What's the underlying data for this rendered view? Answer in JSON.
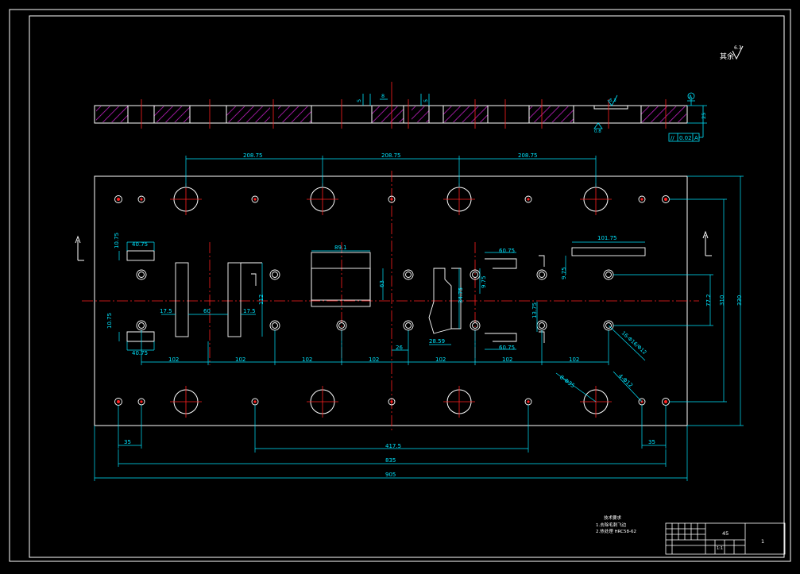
{
  "drawing": {
    "roughness_mark": "其余",
    "roughness_value": "6.3",
    "top_view_labels": {
      "dim_5_a": "5",
      "dim_8": "8",
      "dim_5_b": "5",
      "datum_letter": "A",
      "thickness": "25",
      "roughness_a": "6.3",
      "roughness_b": "0.8",
      "tolerance_symbol": "//",
      "tolerance_value": "0.02",
      "tolerance_datum": "A"
    },
    "main_dims": {
      "pitch_1": "208.75",
      "pitch_2": "208.75",
      "pitch_3": "208.75",
      "w_40_75_top": "40.75",
      "h_10_75_top": "10.75",
      "w_40_75_bot": "40.75",
      "h_10_75_bot": "10.75",
      "w_17_5_a": "17.5",
      "w_60": "60",
      "w_17_5_b": "17.5",
      "h_112": "112",
      "w_89_1": "89.1",
      "h_63": "63",
      "w_26": "26",
      "w_28_59": "28.59",
      "h_34_75": "34.75",
      "h_9_75_a": "9.75",
      "w_60_75_top": "60.75",
      "w_60_75_bot": "60.75",
      "h_13_75": "13.75",
      "w_101_75": "101.75",
      "h_9_75_b": "9.75",
      "h_77_2": "77.2",
      "h_310": "310",
      "h_330": "330",
      "hole_spec_1": "16-Φ16/Φ12",
      "hole_spec_2": "8-Φ35",
      "hole_spec_3": "4-Φ12",
      "pitch_102": [
        "102",
        "102",
        "102",
        "102",
        "102",
        "102",
        "102"
      ],
      "w_35_left": "35",
      "w_35_right": "35",
      "w_417_5": "417.5",
      "w_835": "835",
      "w_905": "905"
    },
    "notes": {
      "heading": "技术要求",
      "line1": "1.去除毛刺飞边",
      "line2": "2.热处理 HRC58-62"
    },
    "title_block": {
      "material": "45",
      "scale": "1:1",
      "sheet": "1"
    },
    "colors": {
      "outline": "#ffffff",
      "dimension": "#00e5ff",
      "centerline": "#ff2020",
      "hatch": "#c020c0",
      "feature": "#ffffff"
    }
  }
}
